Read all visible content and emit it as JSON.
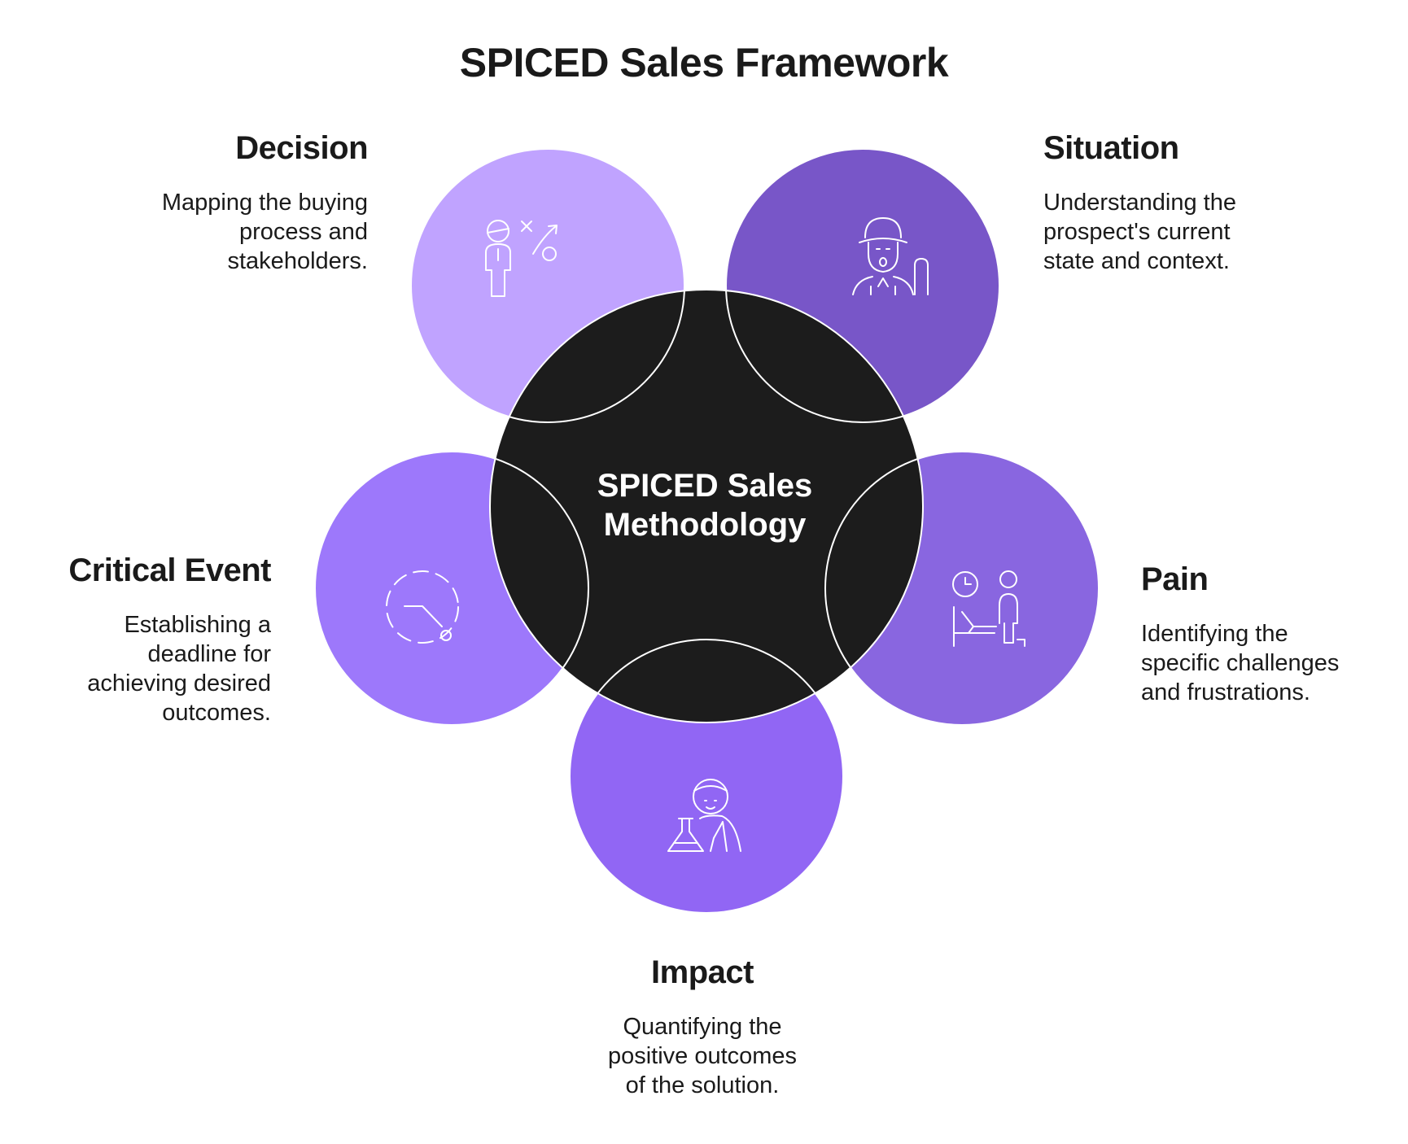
{
  "title": "SPICED Sales Framework",
  "center": {
    "line1": "SPICED Sales",
    "line2": "Methodology",
    "color": "#1c1c1c"
  },
  "segments": {
    "decision": {
      "title": "Decision",
      "description": "Mapping the buying\nprocess and\nstakeholders.",
      "color": "#c0a3ff",
      "icon": "strategy-person-icon"
    },
    "situation": {
      "title": "Situation",
      "description": "Understanding the\nprospect's current\nstate and context.",
      "color": "#7856c8",
      "icon": "explorer-person-icon"
    },
    "critical_event": {
      "title": "Critical Event",
      "description": "Establishing a\ndeadline for\nachieving desired\noutcomes.",
      "color": "#9d78fb",
      "icon": "dashed-timer-icon"
    },
    "pain": {
      "title": "Pain",
      "description": "Identifying the\nspecific challenges\nand frustrations.",
      "color": "#8966e0",
      "icon": "waiting-patient-icon"
    },
    "impact": {
      "title": "Impact",
      "description": "Quantifying the\npositive outcomes\nof the solution.",
      "color": "#9166f4",
      "icon": "scientist-flask-icon"
    }
  }
}
